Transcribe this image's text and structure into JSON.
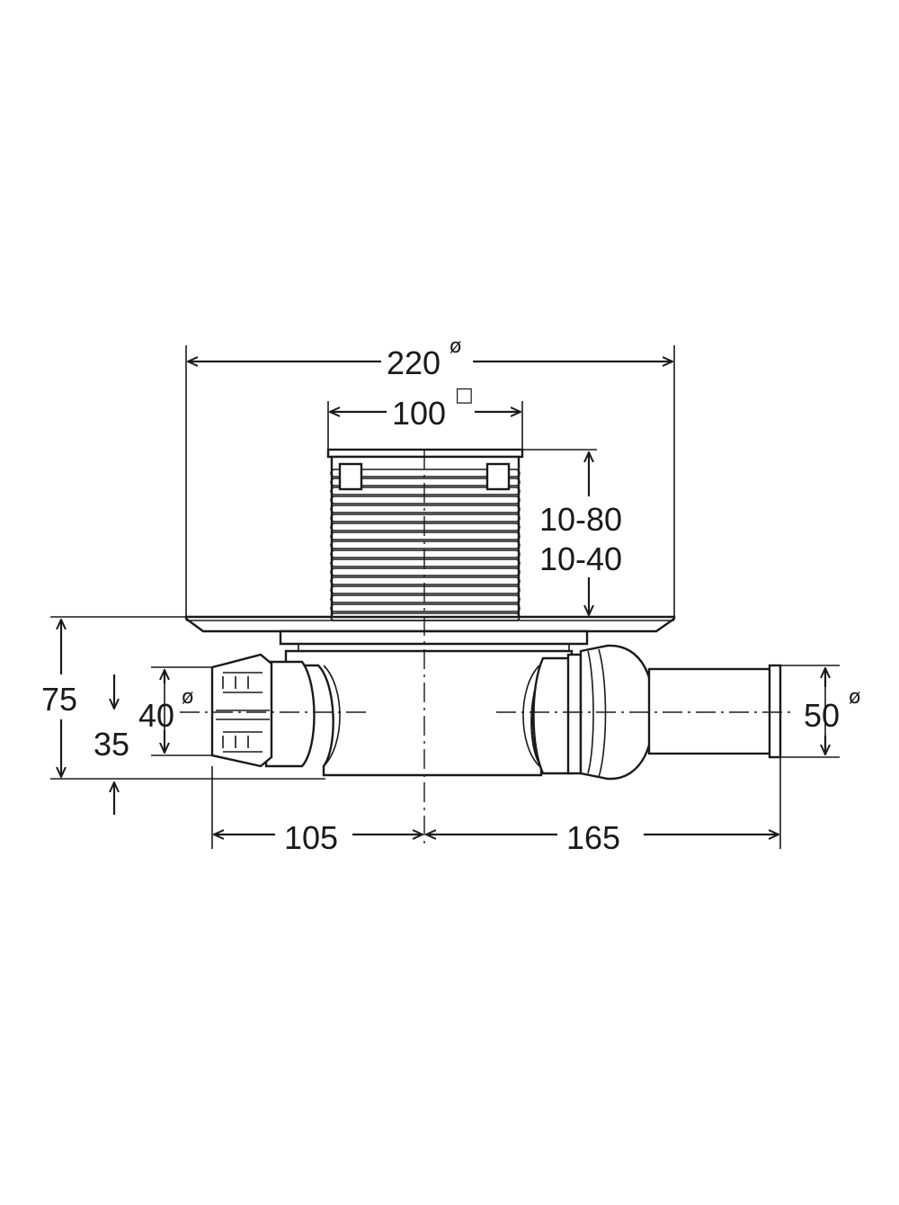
{
  "dimensions": {
    "grate_width": {
      "value": "220",
      "symbol": "ø"
    },
    "frame_width": {
      "value": "100",
      "symbol": "□"
    },
    "height_range_a": "10-80",
    "height_range_b": "10-40",
    "total_height": "75",
    "outlet_height": "35",
    "left_outlet_diameter": {
      "value": "40",
      "symbol": "ø"
    },
    "right_outlet_diameter": {
      "value": "50",
      "symbol": "ø"
    },
    "left_length": "105",
    "right_length": "165"
  },
  "colors": {
    "line": "#1a1a1a",
    "background": "#ffffff"
  }
}
